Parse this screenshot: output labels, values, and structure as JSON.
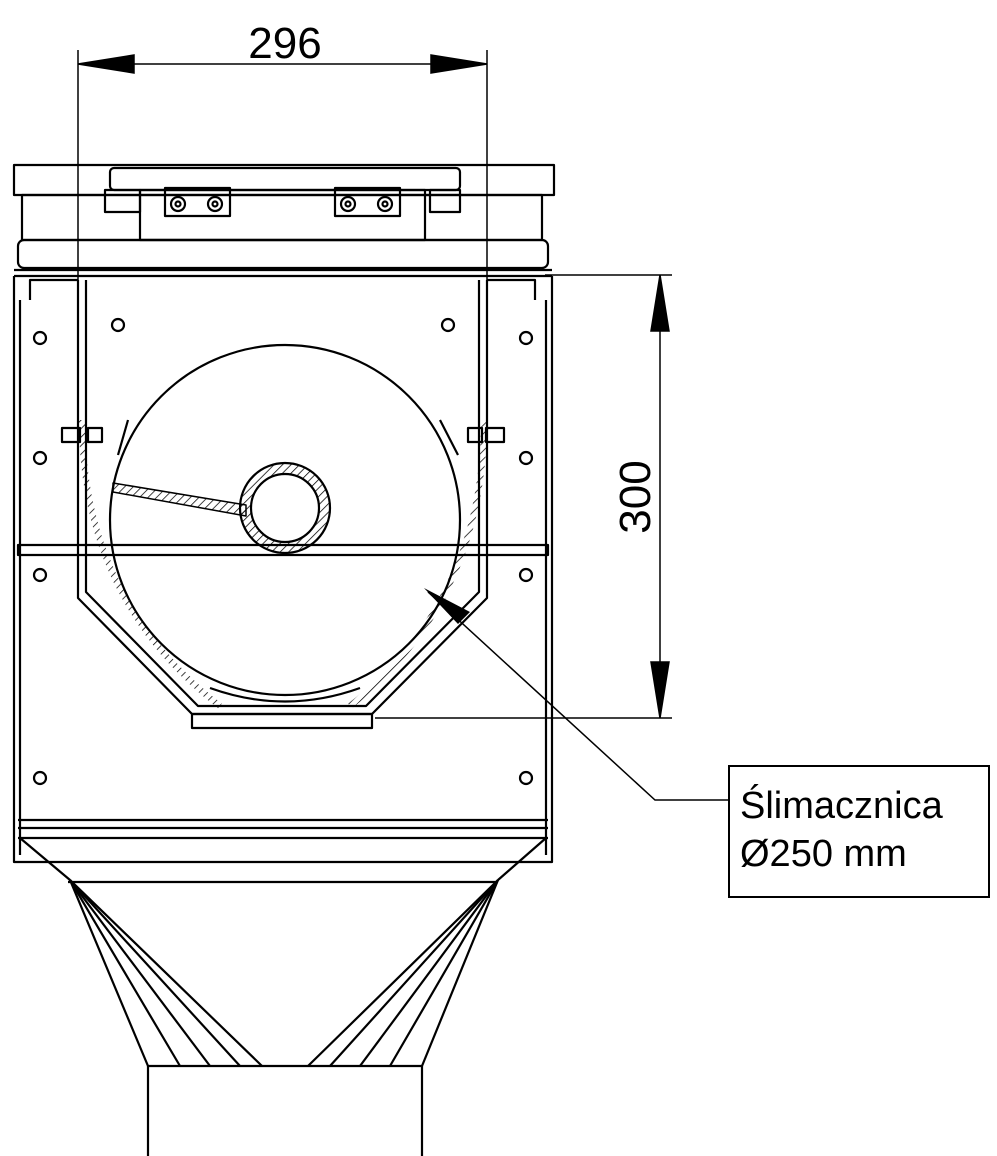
{
  "dimensions": {
    "width": "296",
    "height": "300"
  },
  "callout": {
    "name": "Ślimacznica",
    "diameter": "Ø250 mm"
  },
  "colors": {
    "line": "#000000",
    "background": "#ffffff"
  }
}
